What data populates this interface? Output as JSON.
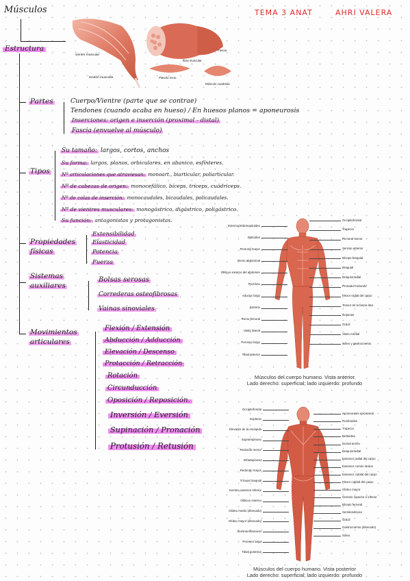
{
  "header": {
    "title": "Músculos",
    "subject": "TEMA 3 ANAT",
    "author": "AHRI VALERA"
  },
  "top_figure": {
    "labels": [
      "vientre muscular",
      "tendón muscular",
      "fibra muscular",
      "Fascia",
      "Plasolo recto",
      "Músculo cuadrado"
    ]
  },
  "root": "Estructura",
  "sections": {
    "partes": {
      "label": "Partes",
      "items": [
        "Cuerpo/Vientre (parte que se contrae)",
        "Tendones (cuando acaba en hueso) / En huesos planos = aponeurosis",
        "Inserciones: origen e inserción (proximal - distal)",
        "Fascia (envuelve al músculo)"
      ]
    },
    "tipos": {
      "label": "Tipos",
      "items": [
        {
          "hl": "Su tamaño:",
          "rest": " largos, cortos, anchos"
        },
        {
          "hl": "Su forma:",
          "rest": " largos, planos, orbiculares, en abanico, esfínteres."
        },
        {
          "hl": "Nº articulaciones que atraviesan:",
          "rest": " monoart., biarticular, poliarticular."
        },
        {
          "hl": "Nº de cabezas de origen:",
          "rest": " monocefálico, bíceps, tríceps, cuádriceps."
        },
        {
          "hl": "Nº de colas de inserción:",
          "rest": " monocaudales, bicaudales, policaudales."
        },
        {
          "hl": "Nº de vientres musculares:",
          "rest": " monogástrico, digástrico, poligástrico."
        },
        {
          "hl": "Su función:",
          "rest": " antagonistas y protagonistas."
        }
      ]
    },
    "propiedades": {
      "label_line1": "Propiedades",
      "label_line2": "físicas",
      "items": [
        "Extensibilidad",
        "Elasticidad",
        "Potencia",
        "Fuerza"
      ]
    },
    "sistemas": {
      "label_line1": "Sistemas",
      "label_line2": "auxiliares",
      "items": [
        "Bolsas serosas",
        "Correderas osteofibrosas",
        "Vainas sinoviales"
      ]
    },
    "movimientos": {
      "label_line1": "Movimientos",
      "label_line2": "articulares",
      "items": [
        "Flexión / Extensión",
        "Abducción / Adducción",
        "Elevación / Descenso",
        "Protacción / Retracción",
        "Rotación",
        "Circunducción",
        "Oposición / Reposición.",
        "Inversión / Eversión",
        "Supinación / Pronación",
        "Protusión / Retusión"
      ]
    }
  },
  "anterior_figure": {
    "caption_line1": "Músculos del cuerpo humano. Vista anterior",
    "caption_line2": "Lado derecho: superficial; lado izquierdo: profundo",
    "left_labels": [
      "Esternocleidomastoideo",
      "Deltoides",
      "Pectoral mayor",
      "Recto abdominal",
      "Oblicuo externo del abdomen",
      "Pectíneo",
      "Aductor largo",
      "Sartorio",
      "Recto femoral",
      "Vasto lateral",
      "Peroneo largo",
      "Tibial anterior"
    ],
    "right_labels": [
      "Occipitofrontal",
      "Trapecio",
      "Pectoral menor",
      "Serrato anterior",
      "Bíceps braquial",
      "Braquial",
      "Braquiorradial",
      "Pronador redondo",
      "Flexor radial del carpo",
      "Tensor de la fascia lata",
      "Iliopsoas",
      "Grácil",
      "Vasto medial",
      "Sóleo y gastrocnemio"
    ]
  },
  "posterior_figure": {
    "caption_line1": "Músculos del cuerpo humano. Vista posterior",
    "caption_line2": "Lado derecho: superficial; lado izquierdo: profundo",
    "left_labels": [
      "Occipitofrontal",
      "Esplenio",
      "Elevador de la escápula",
      "Supraespinoso",
      "Redondo menor",
      "Infraespinoso",
      "Redondo mayor",
      "Tríceps braquial",
      "Serrato posterior inferior",
      "Oblicuo externo",
      "Glúteo medio (disecado)",
      "Glúteo mayor (disecado)",
      "Semimembranoso",
      "Peroneo largo",
      "Tibial posterior"
    ],
    "right_labels": [
      "Aponeurosis epicraneal",
      "Romboides",
      "Trapecio",
      "Deltoides",
      "Dorsal ancho",
      "Braquiorradial",
      "Extensor radial del carpo",
      "Extensor común dedos",
      "Extensor cubital del carpo",
      "Flexor cubital del carpo",
      "Glúteo mayor",
      "Gemelo superior e inferior",
      "Bíceps femoral",
      "Semitendinoso",
      "Grácil",
      "Gastrocnemio (disecado)",
      "Sóleo"
    ]
  }
}
